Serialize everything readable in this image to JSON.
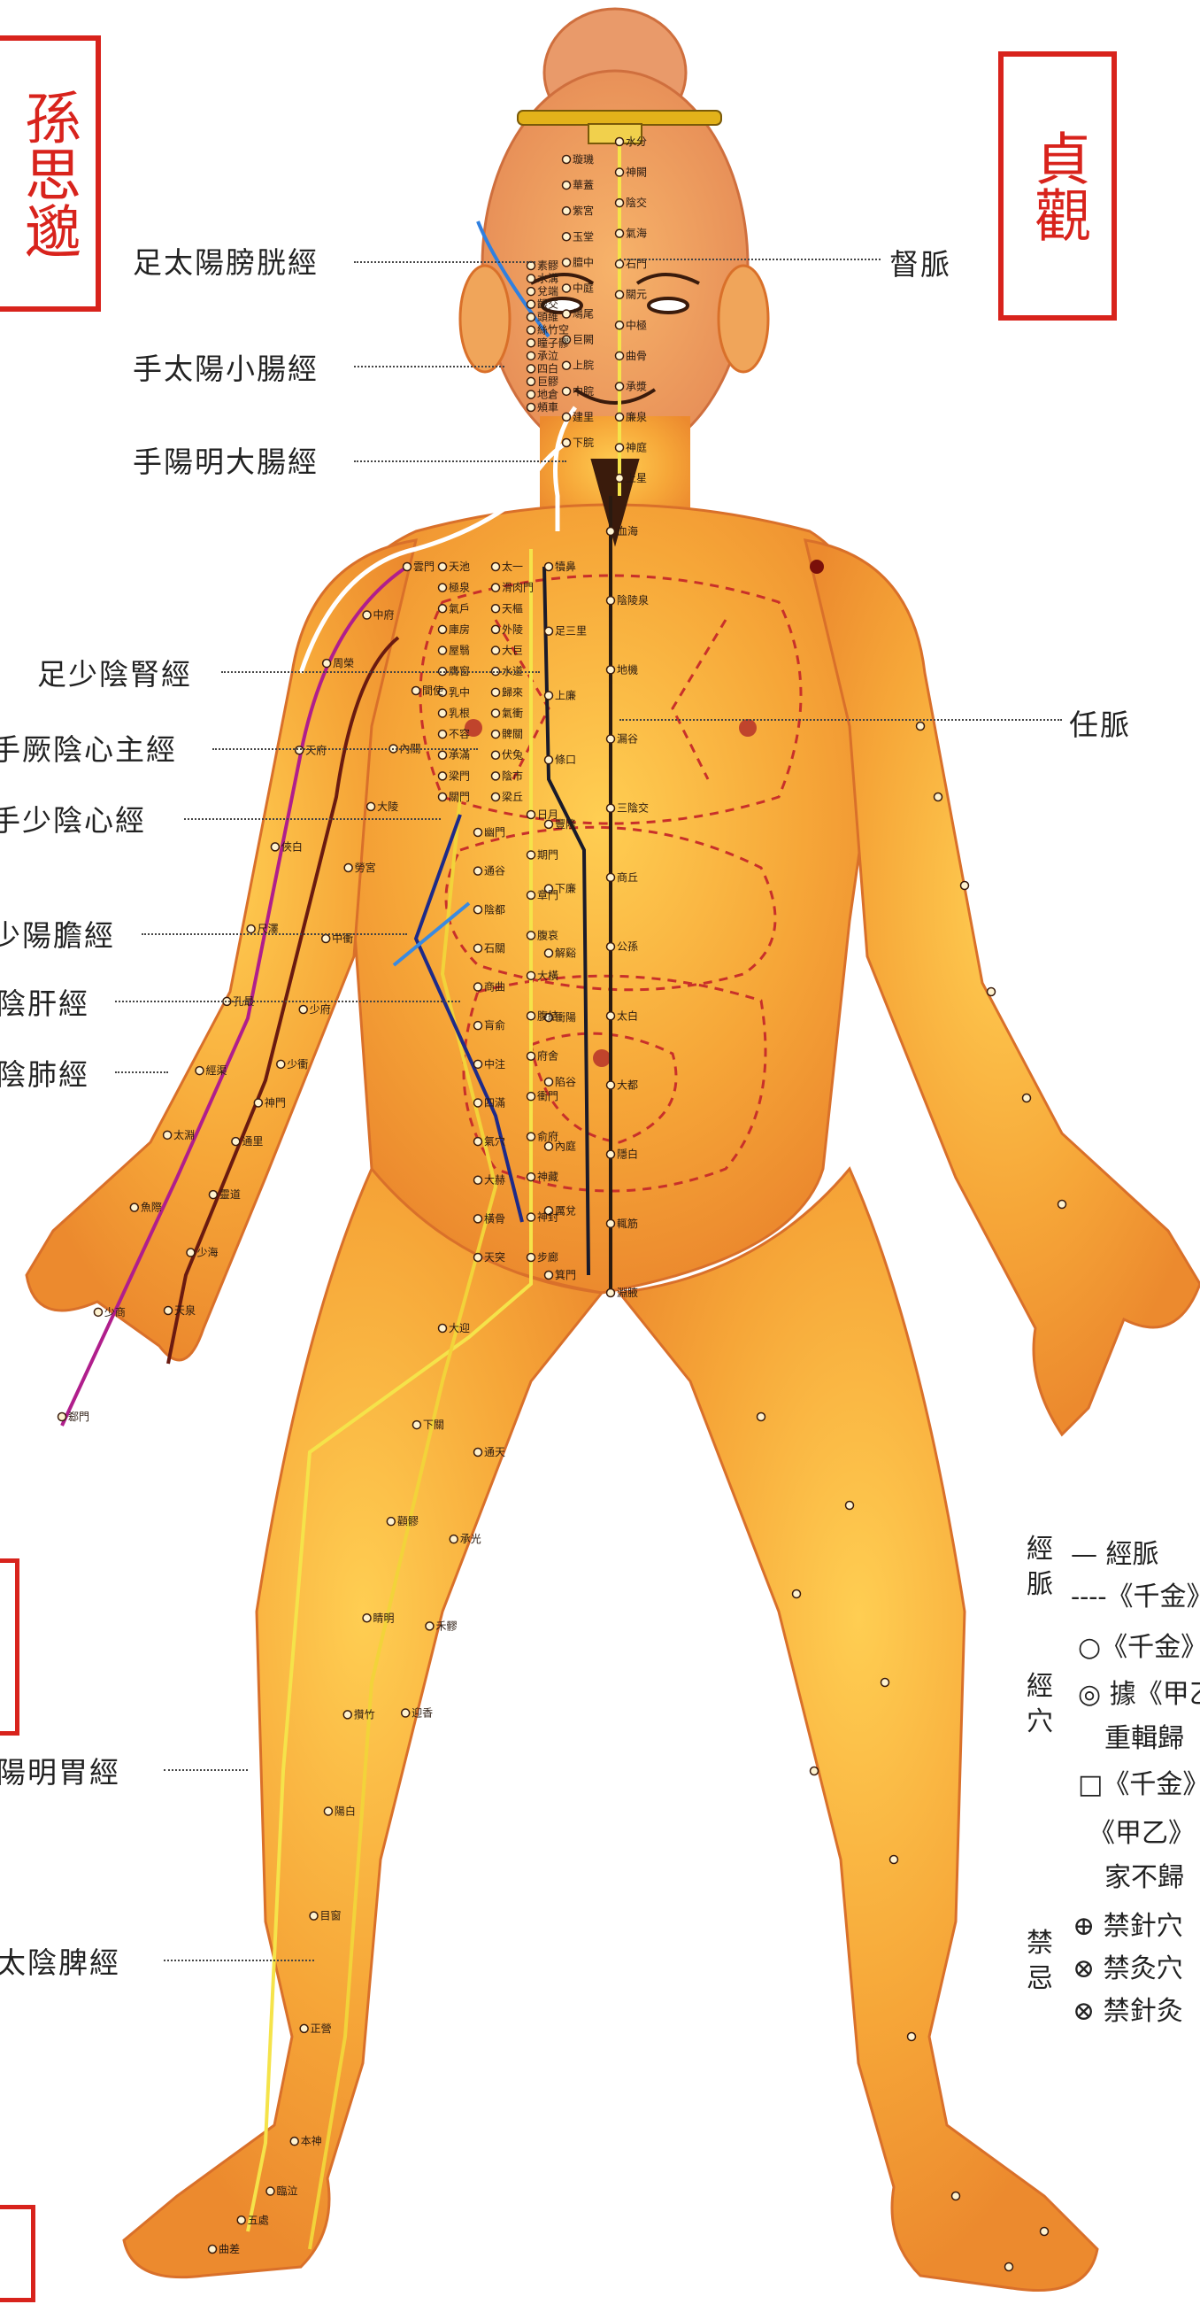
{
  "left_labels": [
    "足太陽膀胱經",
    "手太陽小腸經",
    "手陽明大腸經",
    "足少陰腎經",
    "手厥陰心主經",
    "手少陰心經",
    "少陽膽經",
    "陰肝經",
    "陰肺經",
    "陽明胃經",
    "太陰脾經"
  ],
  "right_labels": {
    "du": "督脈",
    "ren": "任脈"
  },
  "seals": {
    "top_left": "孫思邈",
    "top_right": "貞觀"
  },
  "legend": {
    "meridian_group": "經脈",
    "meridian_items": [
      "— 經脈",
      "----《千金》"
    ],
    "points_group": "經穴",
    "points_items": [
      "○《千金》",
      "◎ 據《甲乙",
      "重輯歸",
      "□《千金》",
      "《甲乙》",
      "家不歸"
    ],
    "taboo_group": "禁忌",
    "taboo_items": [
      "⊕ 禁針穴",
      "⊗ 禁灸穴",
      "⊗ 禁針灸"
    ]
  },
  "acupoint_labels": [
    "雲門",
    "中府",
    "周榮",
    "天府",
    "俠白",
    "尺澤",
    "孔最",
    "經渠",
    "太淵",
    "魚際",
    "少商",
    "郄門",
    "間使",
    "內關",
    "大陵",
    "勞宮",
    "中衝",
    "少府",
    "少衝",
    "神門",
    "通里",
    "靈道",
    "少海",
    "天泉",
    "天池",
    "極泉",
    "氣戶",
    "庫房",
    "屋翳",
    "膺窗",
    "乳中",
    "乳根",
    "不容",
    "承滿",
    "梁門",
    "關門",
    "太一",
    "滑肉門",
    "天樞",
    "外陵",
    "大巨",
    "水道",
    "歸來",
    "氣衝",
    "髀關",
    "伏兔",
    "陰市",
    "梁丘",
    "犢鼻",
    "足三里",
    "上廉",
    "條口",
    "豐隆",
    "下廉",
    "解谿",
    "衝陽",
    "陷谷",
    "內庭",
    "厲兌",
    "箕門",
    "血海",
    "陰陵泉",
    "地機",
    "漏谷",
    "三陰交",
    "商丘",
    "公孫",
    "太白",
    "大都",
    "隱白",
    "輒筋",
    "淵腋",
    "日月",
    "期門",
    "章門",
    "腹哀",
    "大橫",
    "腹結",
    "府舍",
    "衝門",
    "俞府",
    "神藏",
    "神封",
    "步廊",
    "幽門",
    "通谷",
    "陰都",
    "石關",
    "商曲",
    "肓俞",
    "中注",
    "四滿",
    "氣穴",
    "大赫",
    "橫骨",
    "天突",
    "璇璣",
    "華蓋",
    "紫宮",
    "玉堂",
    "膻中",
    "中庭",
    "鳩尾",
    "巨闕",
    "上脘",
    "中脘",
    "建里",
    "下脘",
    "水分",
    "神闕",
    "陰交",
    "氣海",
    "石門",
    "關元",
    "中極",
    "曲骨",
    "承漿",
    "廉泉",
    "神庭",
    "上星",
    "素髎",
    "水溝",
    "兌端",
    "齦交",
    "頭維",
    "絲竹空",
    "瞳子髎",
    "承泣",
    "四白",
    "巨髎",
    "地倉",
    "頰車",
    "大迎",
    "下關",
    "顴髎",
    "睛明",
    "攢竹",
    "陽白",
    "目窗",
    "正營",
    "本神",
    "臨泣",
    "五處",
    "曲差",
    "通天",
    "承光",
    "禾髎",
    "迎香"
  ]
}
